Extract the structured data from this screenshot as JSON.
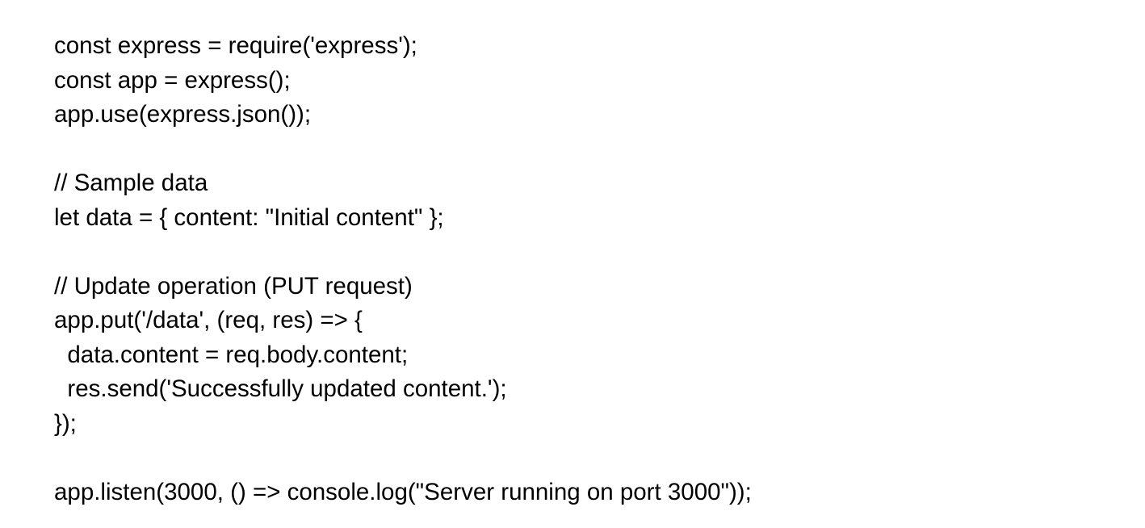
{
  "document": {
    "kind": "code-snippet",
    "language": "javascript",
    "background_color": "#ffffff",
    "text_color": "#000000",
    "lines": [
      {
        "text": "const express = require('express');",
        "blank": false
      },
      {
        "text": "const app = express();",
        "blank": false
      },
      {
        "text": "app.use(express.json());",
        "blank": false
      },
      {
        "text": "",
        "blank": true
      },
      {
        "text": "// Sample data",
        "blank": false
      },
      {
        "text": "let data = { content: \"Initial content\" };",
        "blank": false
      },
      {
        "text": "",
        "blank": true
      },
      {
        "text": "// Update operation (PUT request)",
        "blank": false
      },
      {
        "text": "app.put('/data', (req, res) => {",
        "blank": false
      },
      {
        "text": "  data.content = req.body.content;",
        "blank": false
      },
      {
        "text": "  res.send('Successfully updated content.');",
        "blank": false
      },
      {
        "text": "});",
        "blank": false
      },
      {
        "text": "",
        "blank": true
      },
      {
        "text": "app.listen(3000, () => console.log(\"Server running on port 3000\"));",
        "blank": false
      }
    ]
  }
}
